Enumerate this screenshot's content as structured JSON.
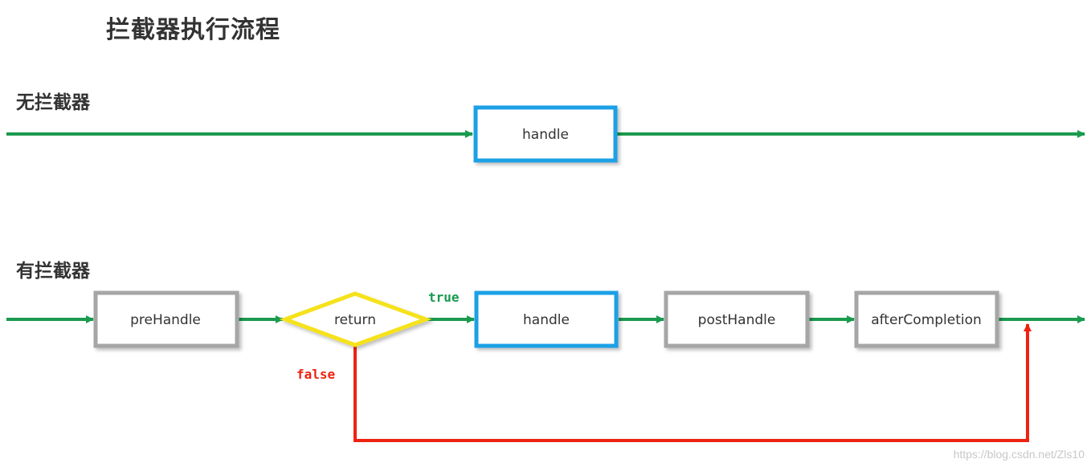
{
  "title": "拦截器执行流程",
  "sections": {
    "without_interceptor": "无拦截器",
    "with_interceptor": "有拦截器"
  },
  "nodes": {
    "top_handle": "handle",
    "pre_handle": "preHandle",
    "decision": "return",
    "handle": "handle",
    "post_handle": "postHandle",
    "after_completion": "afterCompletion"
  },
  "branches": {
    "true_label": "true",
    "false_label": "false"
  },
  "colors": {
    "flow_arrow": "#1a9a4e",
    "handle_border": "#1ea0e6",
    "step_border": "#a6a6a6",
    "decision_border": "#f5e21a",
    "false_path": "#ee2211"
  },
  "watermark": "https://blog.csdn.net/Zls10"
}
